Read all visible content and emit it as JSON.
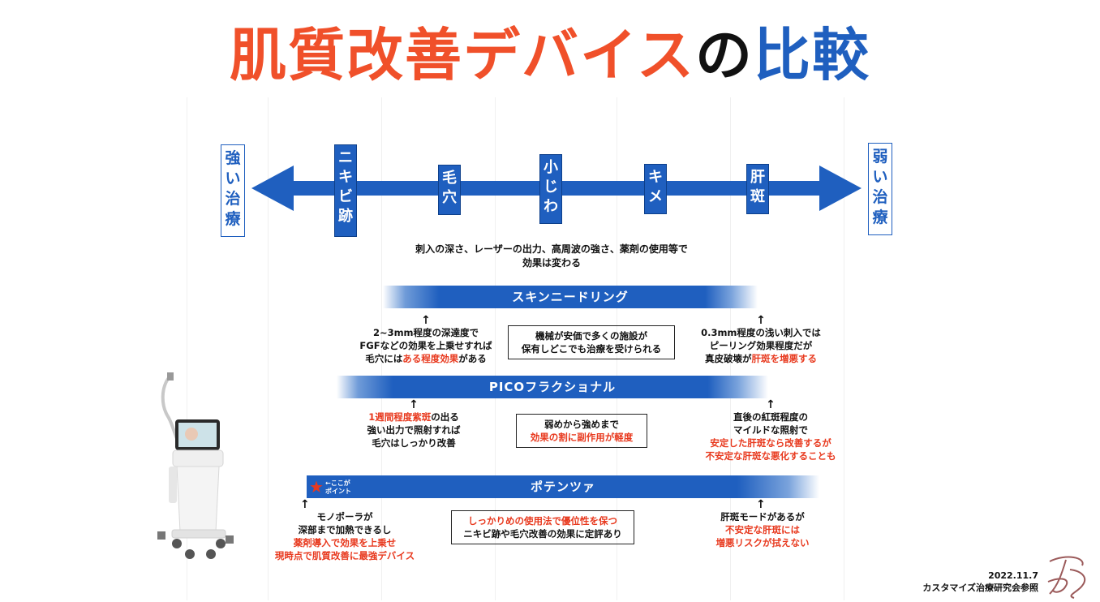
{
  "title": {
    "part1": "肌質改善デバイス",
    "part2": "の",
    "part3": "比較"
  },
  "scale": {
    "left_label": [
      "強",
      "い",
      "治",
      "療"
    ],
    "right_label": [
      "弱",
      "い",
      "治",
      "療"
    ],
    "labels": [
      [
        "ニ",
        "キ",
        "ビ",
        "跡"
      ],
      [
        "毛",
        "穴"
      ],
      [
        "小",
        "じ",
        "わ"
      ],
      [
        "キ",
        "メ"
      ],
      [
        "肝",
        "斑"
      ]
    ],
    "note_line1": "刺入の深さ、レーザーの出力、高周波の強さ、薬剤の使用等で",
    "note_line2": "効果は変わる"
  },
  "sections": [
    {
      "name": "スキンニードリング",
      "left": {
        "l1": "2~3mm程度の深達度で",
        "l2": "FGFなどの効果を上乗せすれば",
        "l3a": "毛穴には",
        "l3b": "ある程度効果",
        "l3c": "がある"
      },
      "center": {
        "l1": "機械が安価で多くの施設が",
        "l2": "保有しどこでも治療を受けられる"
      },
      "right": {
        "l1": "0.3mm程度の浅い刺入では",
        "l2": "ピーリング効果程度だが",
        "l3a": "真皮破壊が",
        "l3b": "肝斑を増悪する"
      }
    },
    {
      "name": "PICOフラクショナル",
      "left": {
        "l1a": "1週間程度紫斑",
        "l1b": "の出る",
        "l2": "強い出力で照射すれば",
        "l3": "毛穴はしっかり改善"
      },
      "center": {
        "l1": "弱めから強めまで",
        "l2": "効果の割に副作用が軽度"
      },
      "right": {
        "l1": "直後の紅斑程度の",
        "l2": "マイルドな照射で",
        "l3": "安定した肝斑なら改善するが",
        "l4": "不安定な肝斑な悪化することも"
      }
    },
    {
      "name": "ポテンツァ",
      "ribbon1": "←ここが",
      "ribbon2": "ポイント",
      "left": {
        "l1": "モノポーラが",
        "l2": "深部まで加熱できるし",
        "l3": "薬剤導入で効果を上乗せ",
        "l4": "現時点で肌質改善に最強デバイス"
      },
      "center": {
        "l1": "しっかりめの使用法で優位性を保つ",
        "l2": "ニキビ跡や毛穴改善の効果に定評あり"
      },
      "right": {
        "l1": "肝斑モードがあるが",
        "l2": "不安定な肝斑には",
        "l3": "増悪リスクが拭えない"
      }
    }
  ],
  "footer": {
    "date": "2022.11.7",
    "source": "カスタマイズ治療研究会参照"
  },
  "colors": {
    "accent_blue": "#1f5fbf",
    "accent_red": "#f0502a",
    "highlight_red": "#e8391e"
  }
}
